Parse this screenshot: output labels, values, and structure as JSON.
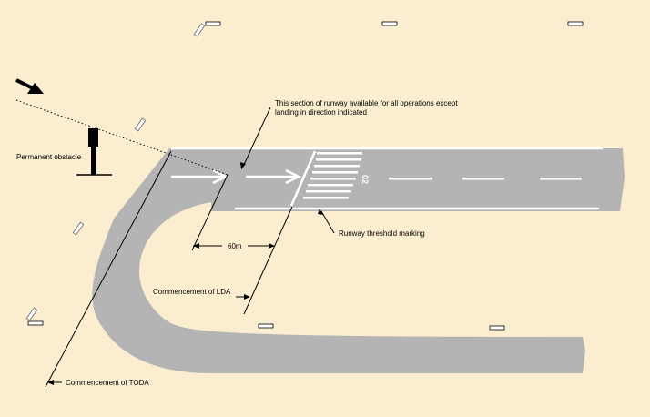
{
  "diagram": {
    "labels": {
      "section_note_line1": "This section of runway available for all operations except",
      "section_note_line2": "landing in direction indicated",
      "permanent_obstacle": "Permanent obstacle",
      "distance": "60m",
      "commencement_lda": "Commencement of LDA",
      "threshold_marking": "Runway threshold marking",
      "commencement_toda": "Commencement of TODA",
      "runway_designator": "02"
    },
    "colors": {
      "background": "#fbeed0",
      "pavement": "#b4b4b4",
      "marking": "#ffffff",
      "line": "#000000"
    }
  }
}
